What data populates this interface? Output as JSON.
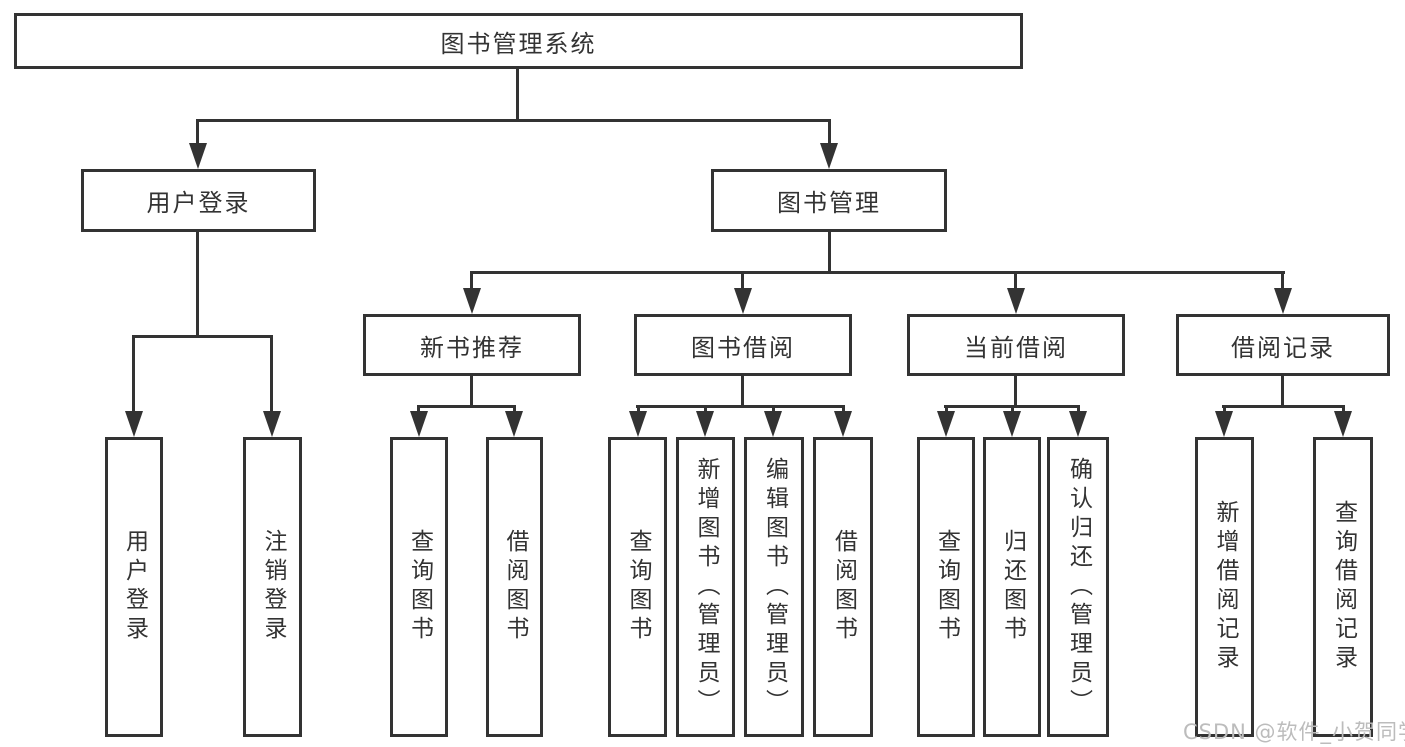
{
  "tree": {
    "label": "图书管理系统",
    "children": [
      {
        "label": "用户登录",
        "children": [
          {
            "label": "用户登录"
          },
          {
            "label": "注销登录"
          }
        ]
      },
      {
        "label": "图书管理",
        "children": [
          {
            "label": "新书推荐",
            "children": [
              {
                "label": "查询图书"
              },
              {
                "label": "借阅图书"
              }
            ]
          },
          {
            "label": "图书借阅",
            "children": [
              {
                "label": "查询图书"
              },
              {
                "label": "新增图书（管理员）"
              },
              {
                "label": "编辑图书（管理员）"
              },
              {
                "label": "借阅图书"
              }
            ]
          },
          {
            "label": "当前借阅",
            "children": [
              {
                "label": "查询图书"
              },
              {
                "label": "归还图书"
              },
              {
                "label": "确认归还（管理员）"
              }
            ]
          },
          {
            "label": "借阅记录",
            "children": [
              {
                "label": "新增借阅记录"
              },
              {
                "label": "查询借阅记录"
              }
            ]
          }
        ]
      }
    ]
  },
  "watermark": {
    "text": "CSDN @软件_小贺同学"
  },
  "colors": {
    "line": "#333333",
    "text": "#333333",
    "background": "#ffffff",
    "watermark": "#bcbcbc"
  }
}
